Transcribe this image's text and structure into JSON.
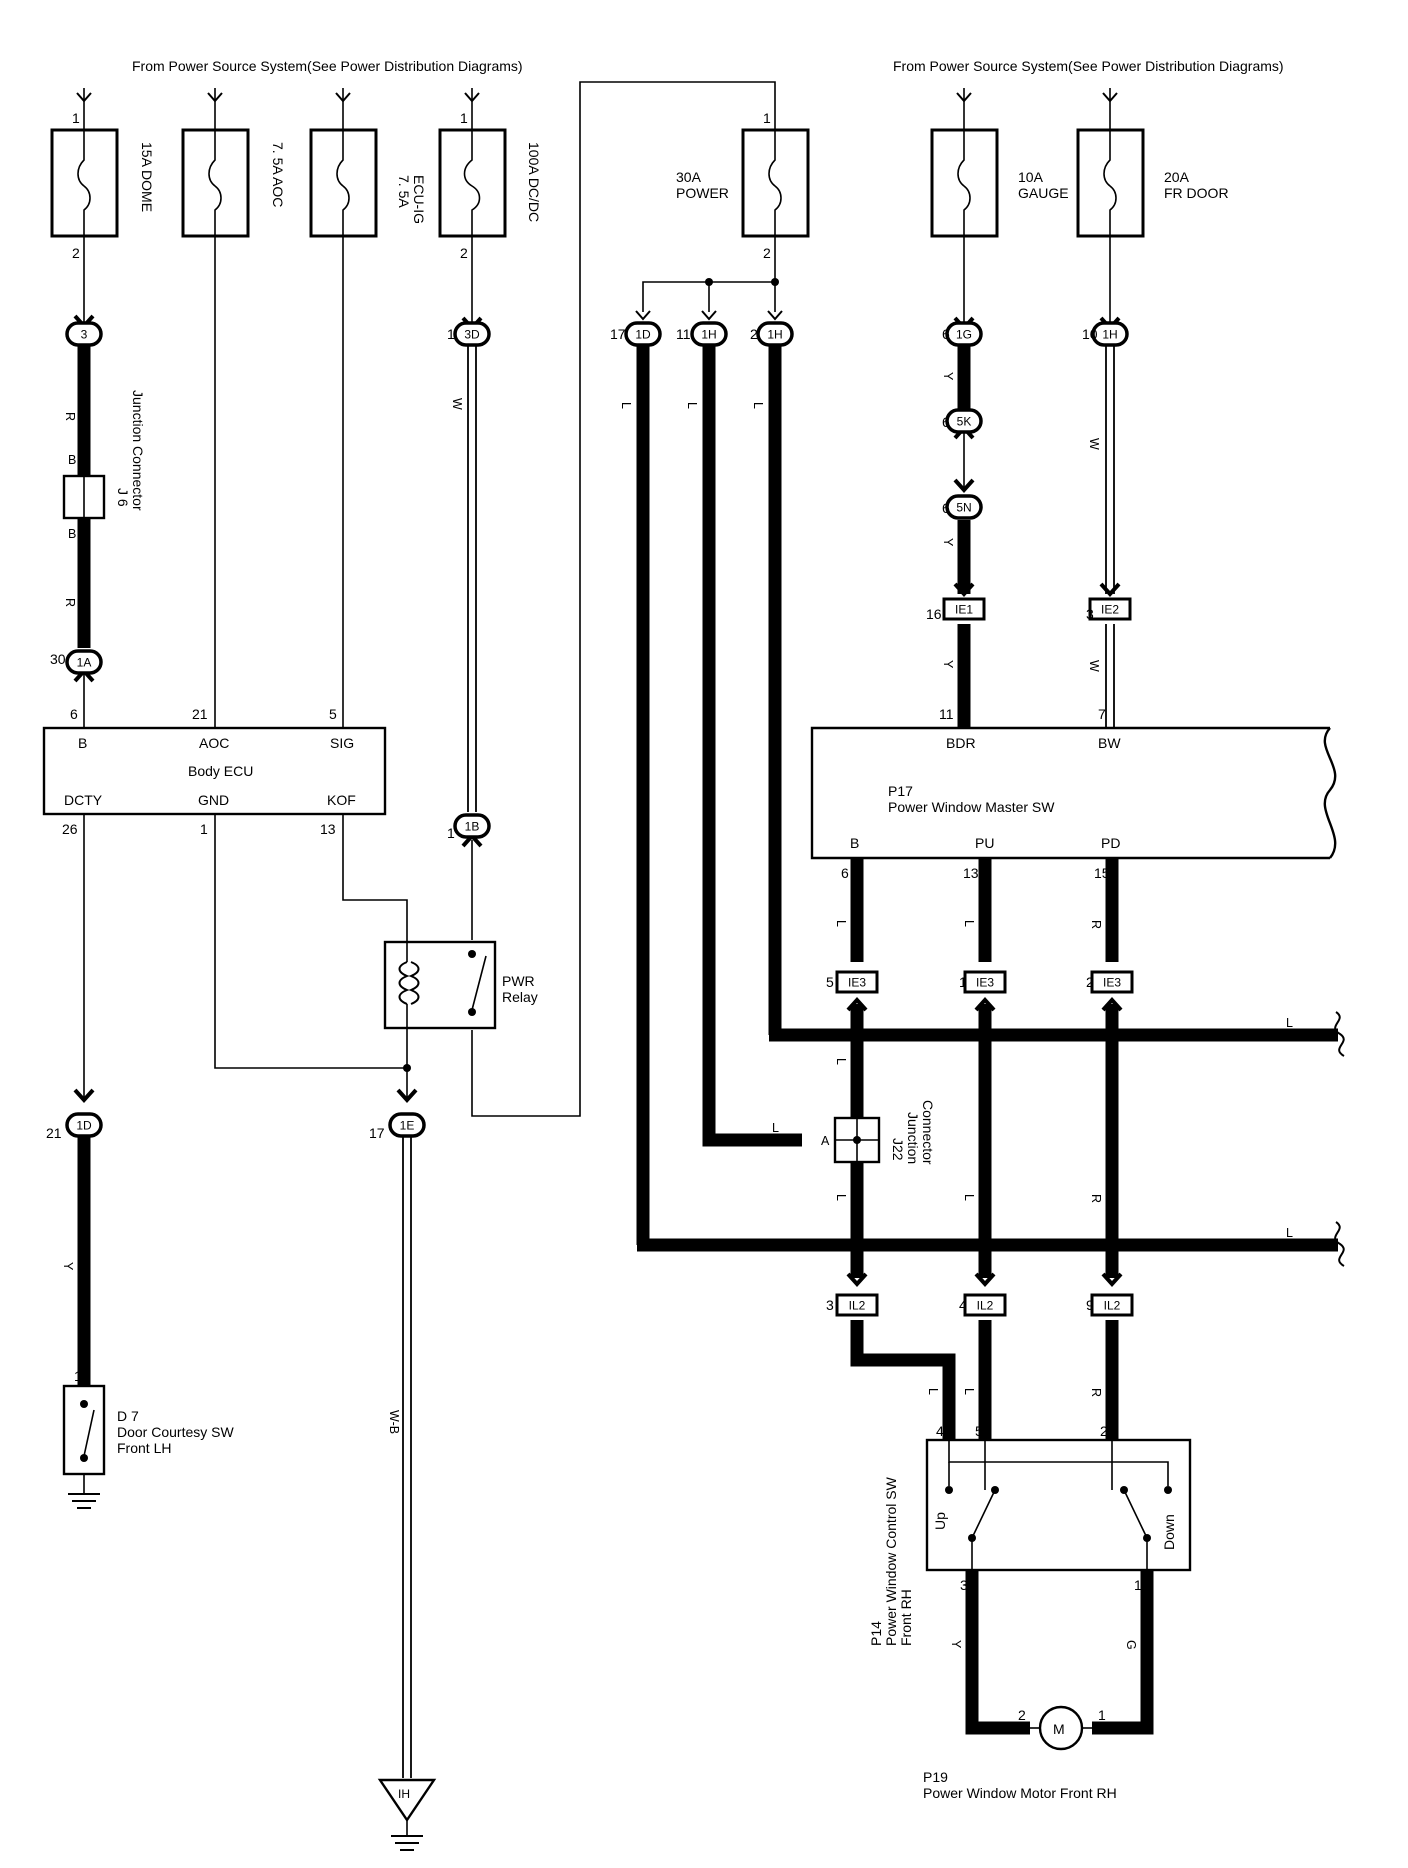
{
  "header": {
    "left": "From Power Source System(See Power Distribution Diagrams)",
    "right": "From Power Source System(See Power Distribution Diagrams)"
  },
  "fuses": {
    "dome": "15A DOME",
    "aoc": "7. 5A AOC",
    "ecu_ig_1": "7. 5A",
    "ecu_ig_2": "ECU-IG",
    "dcdc": "100A DC/DC",
    "power_1": "30A",
    "power_2": "POWER",
    "gauge_1": "10A",
    "gauge_2": "GAUGE",
    "frdoor_1": "20A",
    "frdoor_2": "FR DOOR"
  },
  "pins": {
    "dome_in": "1",
    "dome_out": "2",
    "dcdc_in": "1",
    "dcdc_out": "2",
    "power_in": "1",
    "power_out": "2",
    "ecu_b": "6",
    "ecu_aoc": "21",
    "ecu_sig": "5",
    "ecu_dcty": "26",
    "ecu_gnd": "1",
    "ecu_kof": "13",
    "c1a": "30",
    "c3d": "1",
    "c1b": "1",
    "c1d_top": "17",
    "c1h_mid": "11",
    "c1h_right": "2",
    "c1g": "6",
    "c5k": "6",
    "c5n": "6",
    "c1h_far": "10",
    "ie1": "16",
    "ie2": "3",
    "bdr": "11",
    "bw": "7",
    "m_b": "6",
    "m_pu": "13",
    "m_pd": "15",
    "ie3_a": "5",
    "ie3_b": "1",
    "ie3_c": "2",
    "c1d_left": "21",
    "c1e": "17",
    "il2_a": "3",
    "il2_b": "4",
    "il2_c": "9",
    "sw_4": "4",
    "sw_5": "5",
    "sw_2": "2",
    "sw_3": "3",
    "sw_1": "1",
    "d7": "1",
    "motor_2": "2",
    "motor_1": "1"
  },
  "connectors": {
    "c3": "3",
    "c1a": "1A",
    "c3d": "3D",
    "c1b": "1B",
    "c1d": "1D",
    "c1h": "1H",
    "c1g": "1G",
    "c5k": "5K",
    "c5n": "5N",
    "ie1": "IE1",
    "ie2": "IE2",
    "ie3": "IE3",
    "il2": "IL2",
    "c1e": "1E",
    "ground_ih": "IH"
  },
  "wires": {
    "r": "R",
    "b": "B",
    "w": "W",
    "y": "Y",
    "l": "L",
    "wb": "W-B",
    "g": "G",
    "a": "A"
  },
  "body_ecu": {
    "name": "Body ECU",
    "b": "B",
    "aoc": "AOC",
    "sig": "SIG",
    "dcty": "DCTY",
    "gnd": "GND",
    "kof": "KOF"
  },
  "master_sw": {
    "id": "P17",
    "name": "Power Window Master SW",
    "bdr": "BDR",
    "bw": "BW",
    "b": "B",
    "pu": "PU",
    "pd": "PD"
  },
  "j6": {
    "id": "J 6",
    "name": "Junction Connector"
  },
  "j22": {
    "id": "J22",
    "name_1": "Junction",
    "name_2": "Connector"
  },
  "relay": {
    "name_1": "PWR",
    "name_2": "Relay"
  },
  "d7": {
    "id": "D 7",
    "name_1": "Door Courtesy SW",
    "name_2": "Front LH"
  },
  "control_sw": {
    "id": "P14",
    "name_1": "Power Window Control SW",
    "name_2": "Front RH",
    "up": "Up",
    "down": "Down"
  },
  "motor": {
    "id": "P19",
    "name": "Power Window Motor Front RH",
    "symbol": "M"
  }
}
